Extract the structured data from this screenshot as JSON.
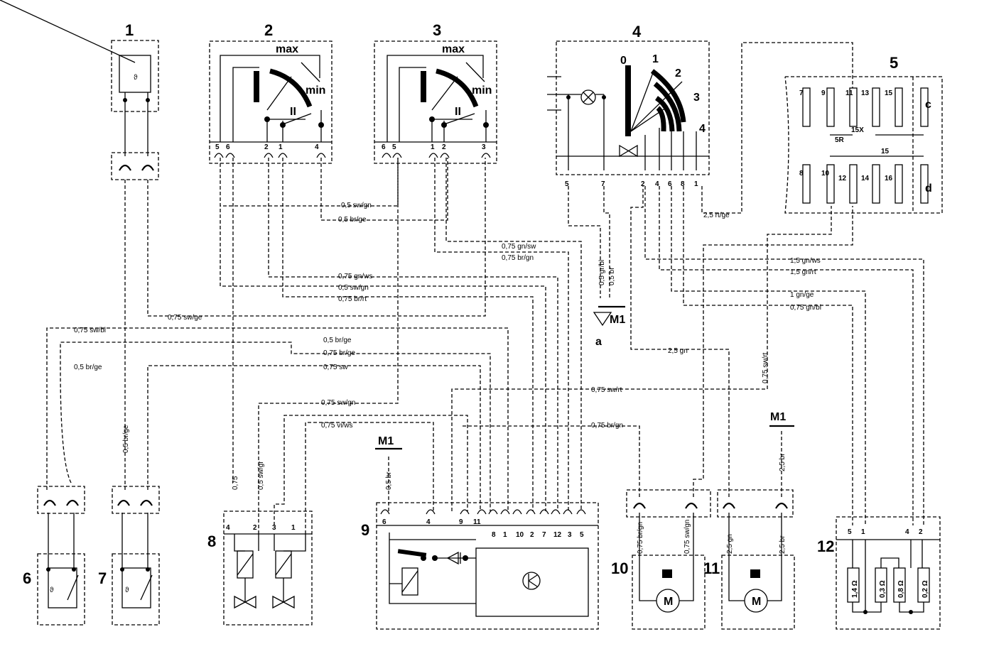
{
  "components": [
    {
      "id": "1",
      "label": "1"
    },
    {
      "id": "2",
      "label": "2"
    },
    {
      "id": "3",
      "label": "3"
    },
    {
      "id": "4",
      "label": "4"
    },
    {
      "id": "5",
      "label": "5"
    },
    {
      "id": "6",
      "label": "6"
    },
    {
      "id": "7",
      "label": "7"
    },
    {
      "id": "8",
      "label": "8"
    },
    {
      "id": "9",
      "label": "9"
    },
    {
      "id": "10",
      "label": "10"
    },
    {
      "id": "11",
      "label": "11"
    },
    {
      "id": "12",
      "label": "12"
    }
  ],
  "switch_labels": {
    "max": "max",
    "min": "min",
    "roman_one": "I",
    "roman_two": "II"
  },
  "blower_positions": [
    "0",
    "1",
    "2",
    "3",
    "4"
  ],
  "pins": {
    "c2": [
      "5",
      "6",
      "2",
      "1",
      "4"
    ],
    "c3": [
      "6",
      "5",
      "1",
      "2",
      "3"
    ],
    "c4": [
      "5",
      "7",
      "2",
      "4",
      "6",
      "8",
      "1"
    ],
    "c9": [
      "6",
      "4",
      "9",
      "11",
      "8",
      "1",
      "10",
      "2",
      "7",
      "12",
      "3",
      "5"
    ],
    "c8": [
      "4",
      "2",
      "3",
      "1"
    ],
    "c12": [
      "5",
      "1",
      "4",
      "2"
    ]
  },
  "fuses": {
    "top": [
      "7",
      "9",
      "11",
      "13",
      "15"
    ],
    "bottom": [
      "8",
      "10",
      "12",
      "14",
      "16"
    ],
    "side": [
      "c",
      "d"
    ],
    "bus": [
      "5R",
      "15X",
      "15"
    ]
  },
  "resistors": [
    "1,4 Ω",
    "0,3 Ω",
    "0,8 Ω",
    "0,2 Ω"
  ],
  "motor_symbol": "M",
  "ground": "M1",
  "arrow_label": "a",
  "wires": [
    {
      "id": "w1",
      "text": "0,5 sw/gn"
    },
    {
      "id": "w2",
      "text": "0,5 br/ge"
    },
    {
      "id": "w3",
      "text": "0,75 gn/sw"
    },
    {
      "id": "w4",
      "text": "0,75 br/gn"
    },
    {
      "id": "w5",
      "text": "0,75 gn/ws"
    },
    {
      "id": "w6",
      "text": "0,5 sw/gn"
    },
    {
      "id": "w7",
      "text": "0,75 br/rt"
    },
    {
      "id": "w8",
      "text": "0,75 sw/ge"
    },
    {
      "id": "w9",
      "text": "0,75 sw/bl"
    },
    {
      "id": "w10",
      "text": "0,5 br/ge"
    },
    {
      "id": "w11",
      "text": "0,75 br/ge"
    },
    {
      "id": "w12",
      "text": "0,5 br/ge"
    },
    {
      "id": "w13",
      "text": "0,75 sw"
    },
    {
      "id": "w14",
      "text": "0,75 sw/gn"
    },
    {
      "id": "w15",
      "text": "0,75 sw/rt"
    },
    {
      "id": "w16",
      "text": "0,75 vi/ws"
    },
    {
      "id": "w17",
      "text": "0,75 br/gn"
    },
    {
      "id": "w18",
      "text": "0,5 br/ge"
    },
    {
      "id": "w19",
      "text": "0,75"
    },
    {
      "id": "w20",
      "text": "0,5 sw/gr"
    },
    {
      "id": "w21",
      "text": "0,5 br"
    },
    {
      "id": "w22",
      "text": "0,5 gr/bl"
    },
    {
      "id": "w23",
      "text": "0,5 br"
    },
    {
      "id": "w24",
      "text": "2,5 rt/ge"
    },
    {
      "id": "w25",
      "text": "1,5 gn/ws"
    },
    {
      "id": "w26",
      "text": "1,5 gn/rt"
    },
    {
      "id": "w27",
      "text": "1 gn/ge"
    },
    {
      "id": "w28",
      "text": "0,75 gn/bl"
    },
    {
      "id": "w29",
      "text": "2,5 gn"
    },
    {
      "id": "w30",
      "text": "0,75 sw/rt"
    },
    {
      "id": "w31",
      "text": "2,5 br"
    },
    {
      "id": "w32",
      "text": "0,75 br/gn"
    },
    {
      "id": "w33",
      "text": "0,75 sw/gn"
    },
    {
      "id": "w34",
      "text": "2,5 gn"
    },
    {
      "id": "w35",
      "text": "2,5 br"
    }
  ]
}
